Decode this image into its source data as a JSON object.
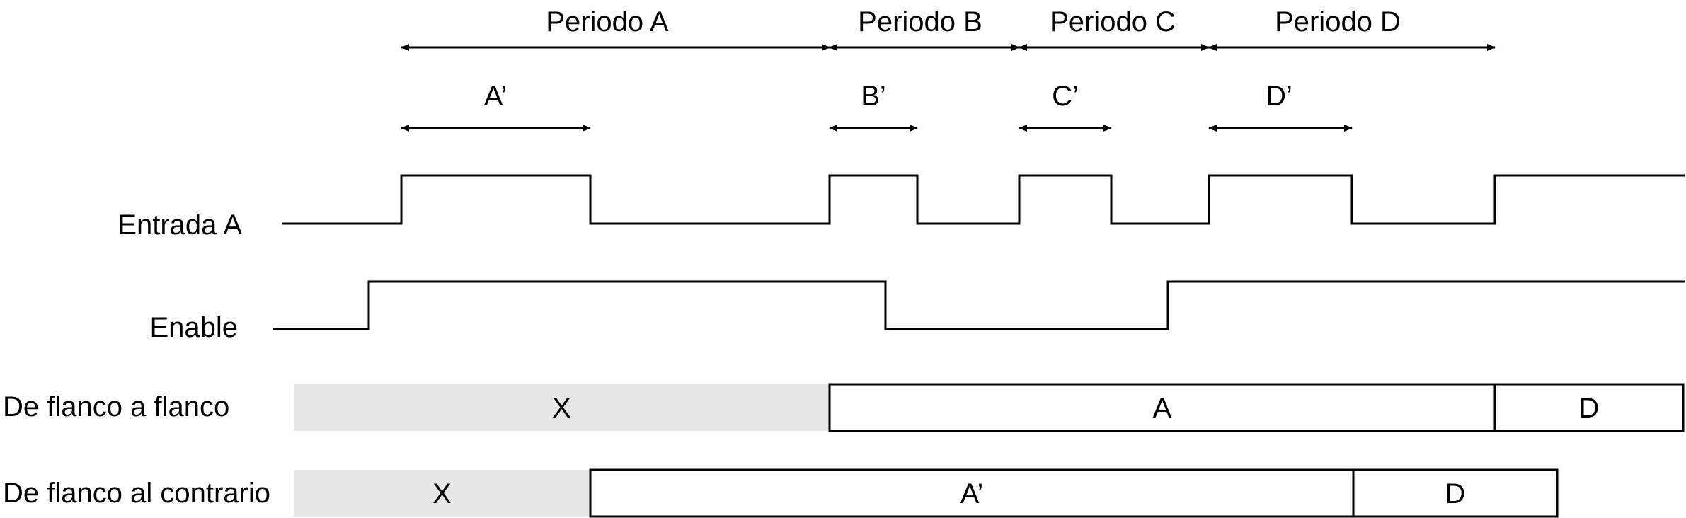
{
  "periods": [
    {
      "label": "Periodo A"
    },
    {
      "label": "Periodo B"
    },
    {
      "label": "Periodo C"
    },
    {
      "label": "Periodo D"
    }
  ],
  "sub_periods": [
    {
      "label": "A’"
    },
    {
      "label": "B’"
    },
    {
      "label": "C’"
    },
    {
      "label": "D’"
    }
  ],
  "signals": {
    "entrada": {
      "label": "Entrada A"
    },
    "enable": {
      "label": "Enable"
    }
  },
  "rows": [
    {
      "label": "De flanco a flanco",
      "segments": [
        {
          "text": "X",
          "shaded": true
        },
        {
          "text": "A",
          "shaded": false
        },
        {
          "text": "D",
          "shaded": false
        }
      ]
    },
    {
      "label": "De flanco al contrario",
      "segments": [
        {
          "text": "X",
          "shaded": true
        },
        {
          "text": "A’",
          "shaded": false
        },
        {
          "text": "D",
          "shaded": false
        }
      ]
    }
  ],
  "colors": {
    "shade": "#e6e6e6",
    "line": "#000000",
    "background": "#ffffff"
  }
}
